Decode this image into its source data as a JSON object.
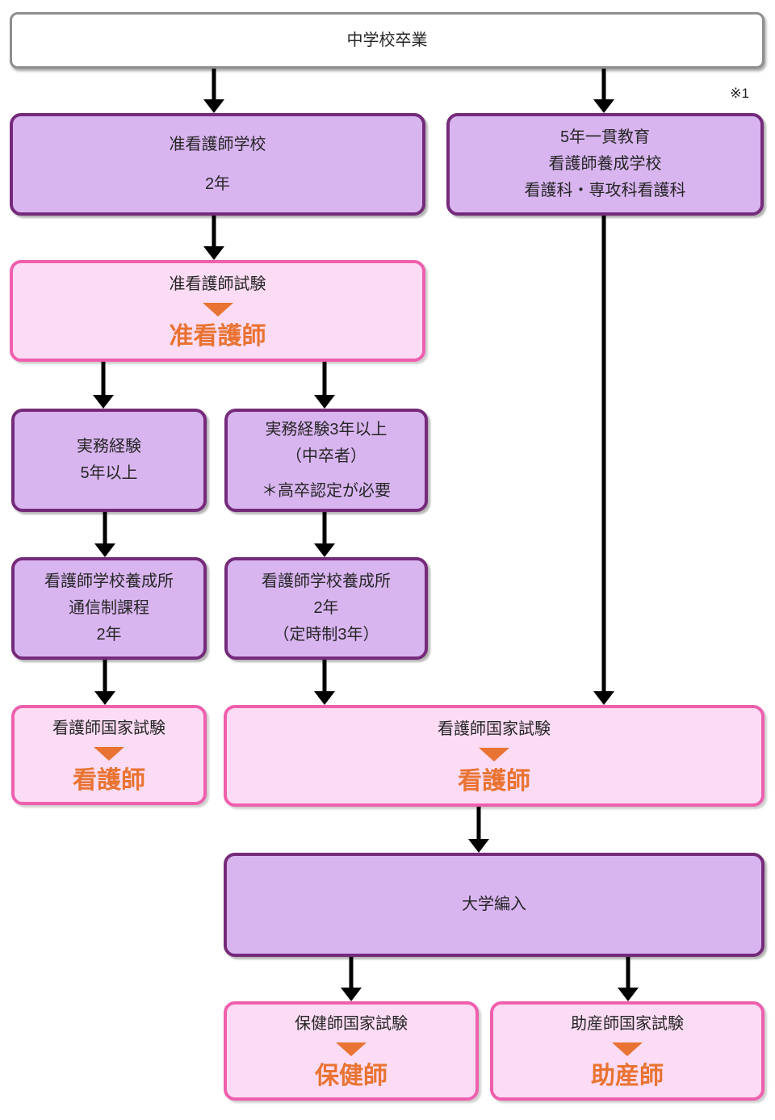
{
  "colors": {
    "purple_fill": "#d9b5f0",
    "purple_border": "#752a7a",
    "pink_fill": "#fcdcf4",
    "pink_border": "#ef5fad",
    "orange": "#e97332",
    "box_text": "#262626",
    "white_border": "#8f8f8f",
    "arrow": "#000000"
  },
  "notes": {
    "ref1": "※1"
  },
  "boxes": {
    "junior_high": {
      "label": "中学校卒業"
    },
    "jun_school": {
      "lines": [
        "准看護師学校",
        "2年"
      ]
    },
    "five_year": {
      "lines": [
        "5年一貫教育",
        "看護師養成学校",
        "看護科・専攻科看護科"
      ]
    },
    "jun_exam": {
      "exam": "准看護師試験",
      "result": "准看護師"
    },
    "exp5": {
      "lines": [
        "実務経験",
        "5年以上"
      ]
    },
    "exp3": {
      "lines": [
        "実務経験3年以上",
        "（中卒者）",
        "＊高卒認定が必要"
      ]
    },
    "school_corr": {
      "lines": [
        "看護師学校養成所",
        "通信制課程",
        "2年"
      ]
    },
    "school_2y": {
      "lines": [
        "看護師学校養成所",
        "2年",
        "（定時制3年）"
      ]
    },
    "nurse_exam_left": {
      "exam": "看護師国家試験",
      "result": "看護師"
    },
    "nurse_exam_main": {
      "exam": "看護師国家試験",
      "result": "看護師"
    },
    "univ": {
      "label": "大学編入"
    },
    "hokenshi": {
      "exam": "保健師国家試験",
      "result": "保健師"
    },
    "josanshi": {
      "exam": "助産師国家試験",
      "result": "助産師"
    }
  }
}
